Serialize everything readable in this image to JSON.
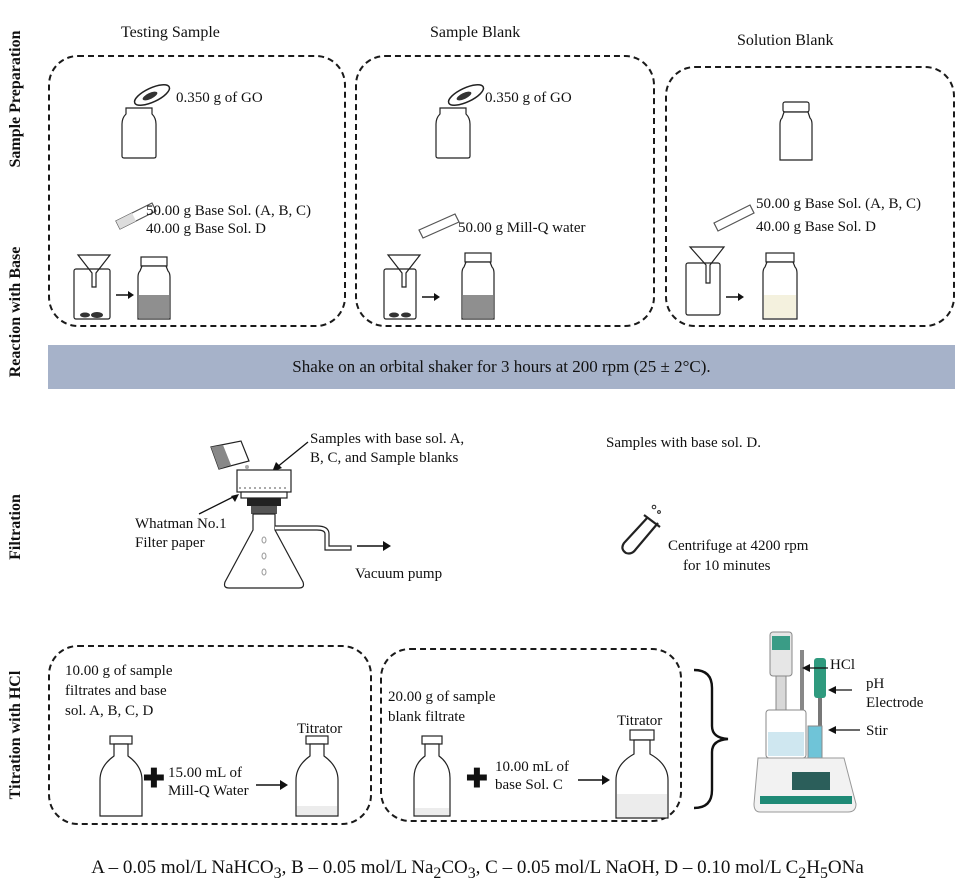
{
  "columns": {
    "testing": "Testing Sample",
    "blank": "Sample Blank",
    "solution": "Solution Blank"
  },
  "sections": {
    "prep": "Sample Preparation",
    "reaction": "Reaction with Base",
    "filtration": "Filtration",
    "titration": "Titration with HCl"
  },
  "prep": {
    "go_mass_testing": "0.350 g of GO",
    "go_mass_blank": "0.350 g of GO"
  },
  "reaction": {
    "testing_line1": "50.00 g Base Sol. (A, B, C)",
    "testing_line2": "40.00 g Base Sol. D",
    "blank_line": "50.00 g Mill-Q water",
    "solution_line1": "50.00 g Base Sol. (A, B, C)",
    "solution_line2": "40.00 g Base Sol. D"
  },
  "shake": "Shake on an orbital shaker for 3 hours at 200 rpm (25 ± 2°C).",
  "filtration": {
    "samples_abc_line1": "Samples with base sol. A,",
    "samples_abc_line2": "B, C, and Sample blanks",
    "filter_line1": "Whatman No.1",
    "filter_line2": "Filter paper",
    "vacuum": "Vacuum pump",
    "samples_d": "Samples with base sol. D.",
    "centrifuge_line1": "Centrifuge at 4200 rpm",
    "centrifuge_line2": "for 10 minutes"
  },
  "titration": {
    "left_line1": "10.00 g of sample",
    "left_line2": "filtrates and base",
    "left_line3": "sol. A, B, C, D",
    "left_add_line1": "15.00 mL of",
    "left_add_line2": "Mill-Q Water",
    "titrator_left": "Titrator",
    "right_line1": "20.00 g of sample",
    "right_line2": "blank filtrate",
    "right_add_line1": "10.00 mL of",
    "right_add_line2": "base Sol. C",
    "titrator_right": "Titrator",
    "hcl": "HCl",
    "ph": "pH",
    "electrode": "Electrode",
    "stir": "Stir"
  },
  "legend": {
    "a": "A – 0.05 mol/L NaHCO",
    "a_sub": "3",
    "b": ", B – 0.05 mol/L Na",
    "b_sub1": "2",
    "b_mid": "CO",
    "b_sub2": "3",
    "c": ", C – 0.05 mol/L NaOH, D – 0.10 mol/L C",
    "d_sub1": "2",
    "d_mid": "H",
    "d_sub2": "5",
    "d_end": "ONa"
  },
  "colors": {
    "banner": "#a6b2c9",
    "grey_liquid": "#8f8f8f",
    "light_liquid": "#ececec",
    "cream_liquid": "#f4f1de",
    "titrator_green": "#1f8a76"
  }
}
